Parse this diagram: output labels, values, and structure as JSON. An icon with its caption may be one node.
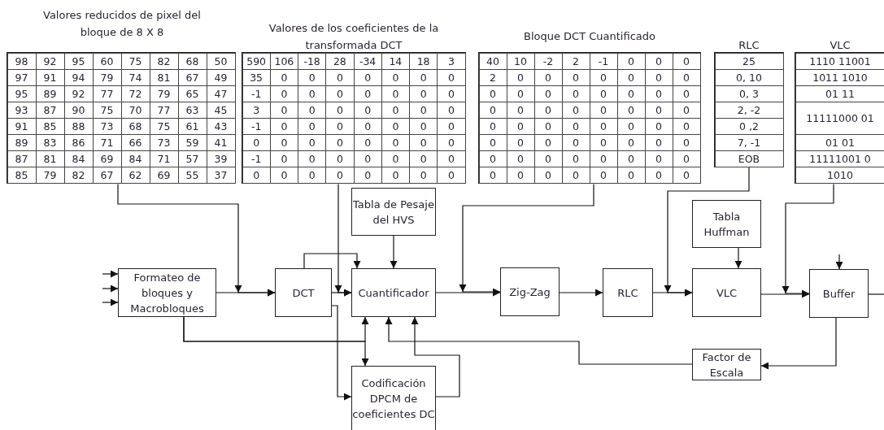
{
  "diagram": {
    "nodes": [
      {
        "text": [
          "Valores reducidos de pixel del bloque de 8 X 8",
          "98",
          "92",
          "95",
          "60",
          "75",
          "82",
          "68",
          "50",
          "97",
          "91",
          "94",
          "79",
          "74",
          "81",
          "67",
          "49",
          "95",
          "89",
          "92",
          "77",
          "72",
          "79",
          "65",
          "47",
          "93",
          "87",
          "90",
          "75",
          "70",
          "77",
          "63",
          "45",
          "91",
          "85",
          "88",
          "73",
          "68",
          "75",
          "61",
          "43",
          "89",
          "83",
          "86",
          "71",
          "66",
          "73",
          "59",
          "41",
          "87",
          "81",
          "84",
          "69",
          "84",
          "71",
          "57",
          "39",
          "85",
          "79",
          "82",
          "67",
          "62",
          "69",
          "55",
          "37"
        ]
      },
      {
        "text": [
          "Valores de los coeficientes de la transformada DCT",
          "590",
          "106",
          "-18",
          "28",
          "-34",
          "14",
          "18",
          "3",
          "35",
          "0",
          "0",
          "0",
          "0",
          "0",
          "0",
          "0",
          "-1",
          "0",
          "0",
          "0",
          "0",
          "0",
          "0",
          "0",
          "3",
          "0",
          "0",
          "0",
          "0",
          "0",
          "0",
          "0",
          "-1",
          "0",
          "0",
          "0",
          "0",
          "0",
          "0",
          "0",
          "0",
          "0",
          "0",
          "0",
          "0",
          "0",
          "0",
          "0",
          "-1",
          "0",
          "0",
          "0",
          "0",
          "0",
          "0",
          "0",
          "0",
          "0",
          "0",
          "0",
          "0",
          "0",
          "0",
          "0"
        ]
      },
      {
        "text": [
          "Bloque DCT Cuantificado",
          "40",
          "10",
          "-2",
          "2",
          "-1",
          "0",
          "0",
          "0",
          "2",
          "0",
          "0",
          "0",
          "0",
          "0",
          "0",
          "0",
          "0",
          "0",
          "0",
          "0",
          "0",
          "0",
          "0",
          "0",
          "0",
          "0",
          "0",
          "0",
          "0",
          "0",
          "0",
          "0",
          "0",
          "0",
          "0",
          "0",
          "0",
          "0",
          "0",
          "0",
          "0",
          "0",
          "0",
          "0",
          "0",
          "0",
          "0",
          "0",
          "0",
          "0",
          "0",
          "0",
          "0",
          "0",
          "0",
          "0",
          "0",
          "0",
          "0",
          "0",
          "0",
          "0",
          "0",
          "0"
        ]
      },
      {
        "text": [
          "RLC",
          "25",
          "0, 10",
          "0, 3",
          "2, -2",
          "0 ,2",
          "7, -1",
          "EOB"
        ]
      },
      {
        "text": [
          "VLC",
          "1110 11001",
          "1011 1010",
          "01 11",
          "11111000 01",
          "01 01",
          "11111001 0",
          "1010"
        ]
      },
      {
        "text": [
          "Formateo de bloques y Macrobloques"
        ]
      },
      {
        "text": [
          "DCT"
        ]
      },
      {
        "text": [
          "Cuantificador"
        ]
      },
      {
        "text": [
          "Tabla de Pesaje del HVS"
        ]
      },
      {
        "text": [
          "Codificación DPCM de coeficientes DC"
        ]
      },
      {
        "text": [
          "Zig-Zag"
        ]
      },
      {
        "text": [
          "RLC"
        ]
      },
      {
        "text": [
          "VLC"
        ]
      },
      {
        "text": [
          "Tabla Huffman"
        ]
      },
      {
        "text": [
          "Buffer"
        ]
      },
      {
        "text": [
          "Factor de Escala"
        ]
      }
    ],
    "edges": [
      {
        "from": null,
        "to": 5,
        "arrow": "to"
      },
      {
        "from": null,
        "to": 5,
        "arrow": "to"
      },
      {
        "from": null,
        "to": 5,
        "arrow": "to"
      },
      {
        "from": 5,
        "to": 6,
        "arrow": "to"
      },
      {
        "from": 0,
        "to": 6,
        "arrow": "to"
      },
      {
        "from": 6,
        "to": 7,
        "arrow": "to"
      },
      {
        "from": 6,
        "to": 7,
        "arrow": "to"
      },
      {
        "from": 1,
        "to": 7,
        "arrow": "to"
      },
      {
        "from": 6,
        "to": 9,
        "arrow": "to"
      },
      {
        "from": 8,
        "to": 7,
        "arrow": "to"
      },
      {
        "from": 5,
        "to": 7,
        "arrow": "to"
      },
      {
        "from": 5,
        "to": 9,
        "arrow": "to"
      },
      {
        "from": 15,
        "to": 7,
        "arrow": "to"
      },
      {
        "from": 9,
        "to": 7,
        "arrow": "to"
      },
      {
        "from": 7,
        "to": 10,
        "arrow": "to"
      },
      {
        "from": 2,
        "to": 10,
        "arrow": "to"
      },
      {
        "from": 10,
        "to": 11,
        "arrow": "to"
      },
      {
        "from": 11,
        "to": 12,
        "arrow": "to"
      },
      {
        "from": 3,
        "to": 12,
        "arrow": "to"
      },
      {
        "from": 13,
        "to": 12,
        "arrow": "to"
      },
      {
        "from": 12,
        "to": 14,
        "arrow": "to"
      },
      {
        "from": 4,
        "to": 14,
        "arrow": "to"
      },
      {
        "from": null,
        "to": 14,
        "arrow": "to"
      },
      {
        "from": 14,
        "to": 15,
        "arrow": "to"
      },
      {
        "from": 14,
        "to": null,
        "arrow": "none"
      }
    ]
  }
}
